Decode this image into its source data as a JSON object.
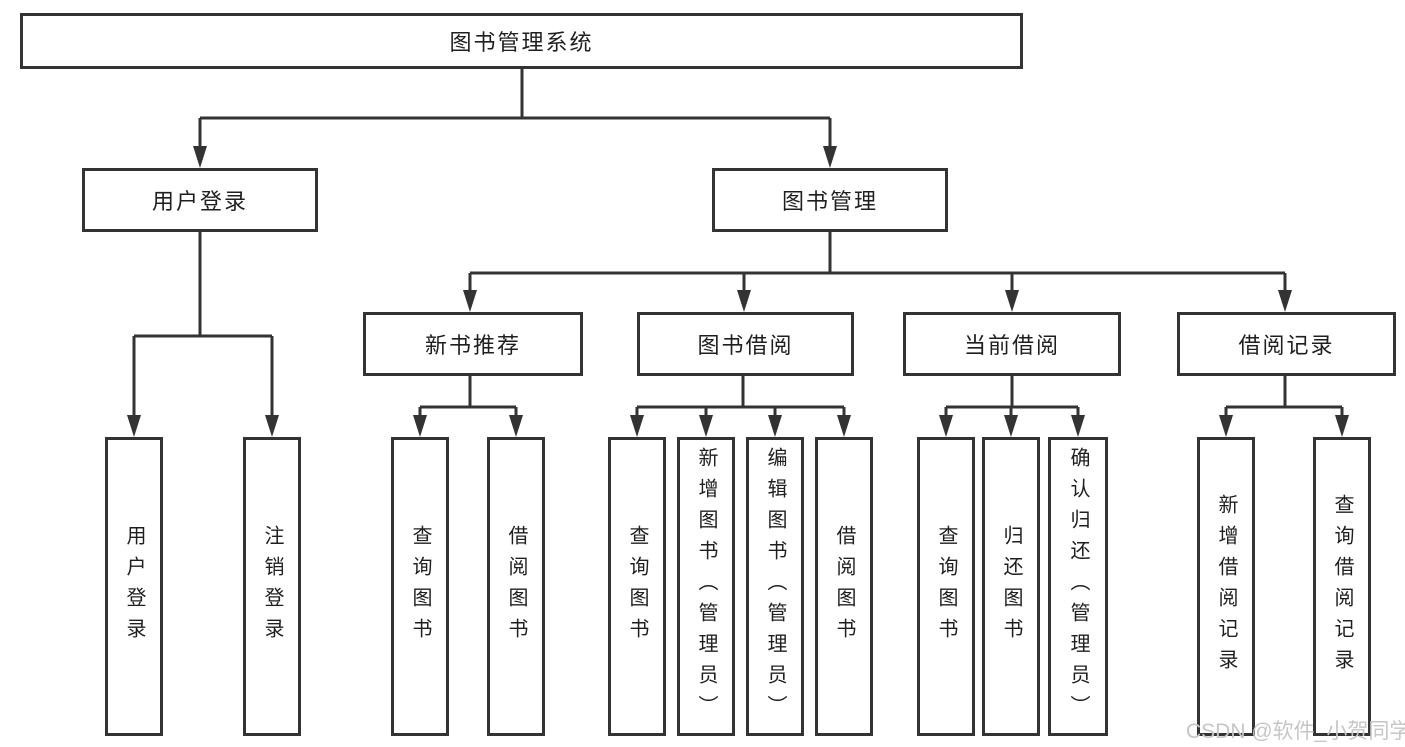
{
  "title": "图书管理系统",
  "level2": [
    {
      "label": "用户登录"
    },
    {
      "label": "图书管理"
    }
  ],
  "level3": [
    {
      "label": "新书推荐"
    },
    {
      "label": "图书借阅"
    },
    {
      "label": "当前借阅"
    },
    {
      "label": "借阅记录"
    }
  ],
  "leaves": [
    {
      "label": "用户登录"
    },
    {
      "label": "注销登录"
    },
    {
      "label": "查询图书"
    },
    {
      "label": "借阅图书"
    },
    {
      "label": "查询图书"
    },
    {
      "label": "新增图书（管理员）"
    },
    {
      "label": "编辑图书（管理员）"
    },
    {
      "label": "借阅图书"
    },
    {
      "label": "查询图书"
    },
    {
      "label": "归还图书"
    },
    {
      "label": "确认归还（管理员）"
    },
    {
      "label": "新增借阅记录"
    },
    {
      "label": "查询借阅记录"
    }
  ],
  "watermark": "CSDN @软件_小贺同学",
  "colors": {
    "line": "#333333",
    "text": "#1f1f1f",
    "watermark": "#c6c6c6",
    "background": "#ffffff"
  }
}
